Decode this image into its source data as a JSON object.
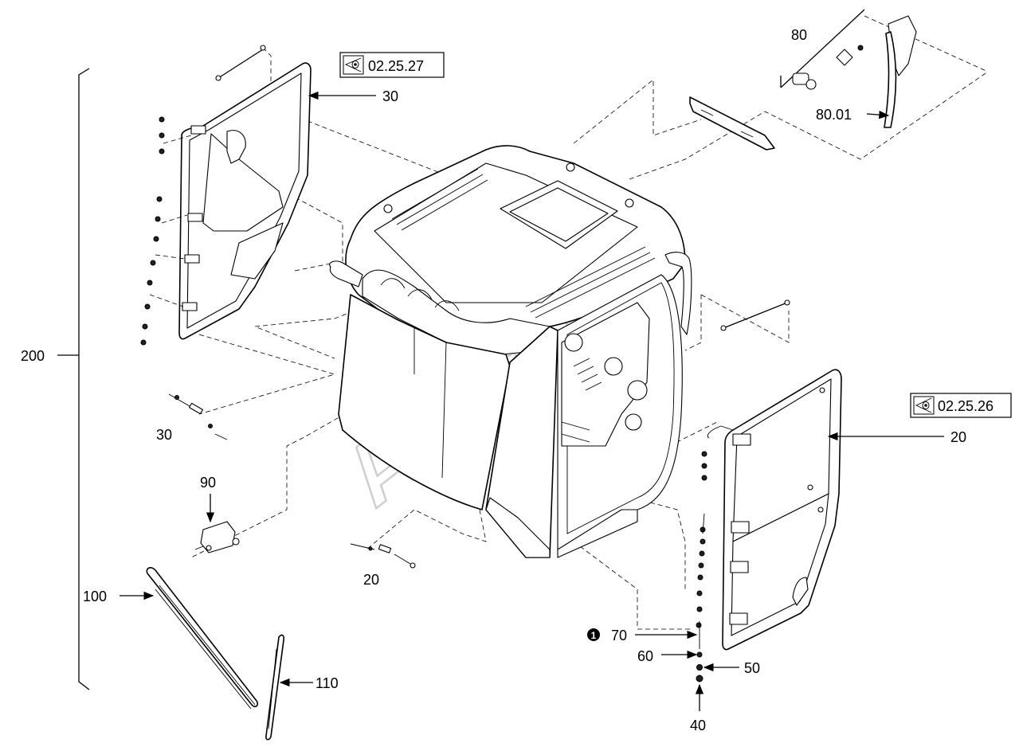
{
  "watermark": "Autoto",
  "references": [
    {
      "id": "ref-a",
      "text": "02.25.27"
    },
    {
      "id": "ref-b",
      "text": "02.25.26"
    }
  ],
  "callouts": {
    "c200": "200",
    "c30a": "30",
    "c30b": "30",
    "c80": "80",
    "c8001": "80.01",
    "c20a": "20",
    "c20b": "20",
    "c90": "90",
    "c100": "100",
    "c110": "110",
    "c70": "70",
    "c60": "60",
    "c50": "50",
    "c40": "40",
    "note_marker": "1"
  }
}
